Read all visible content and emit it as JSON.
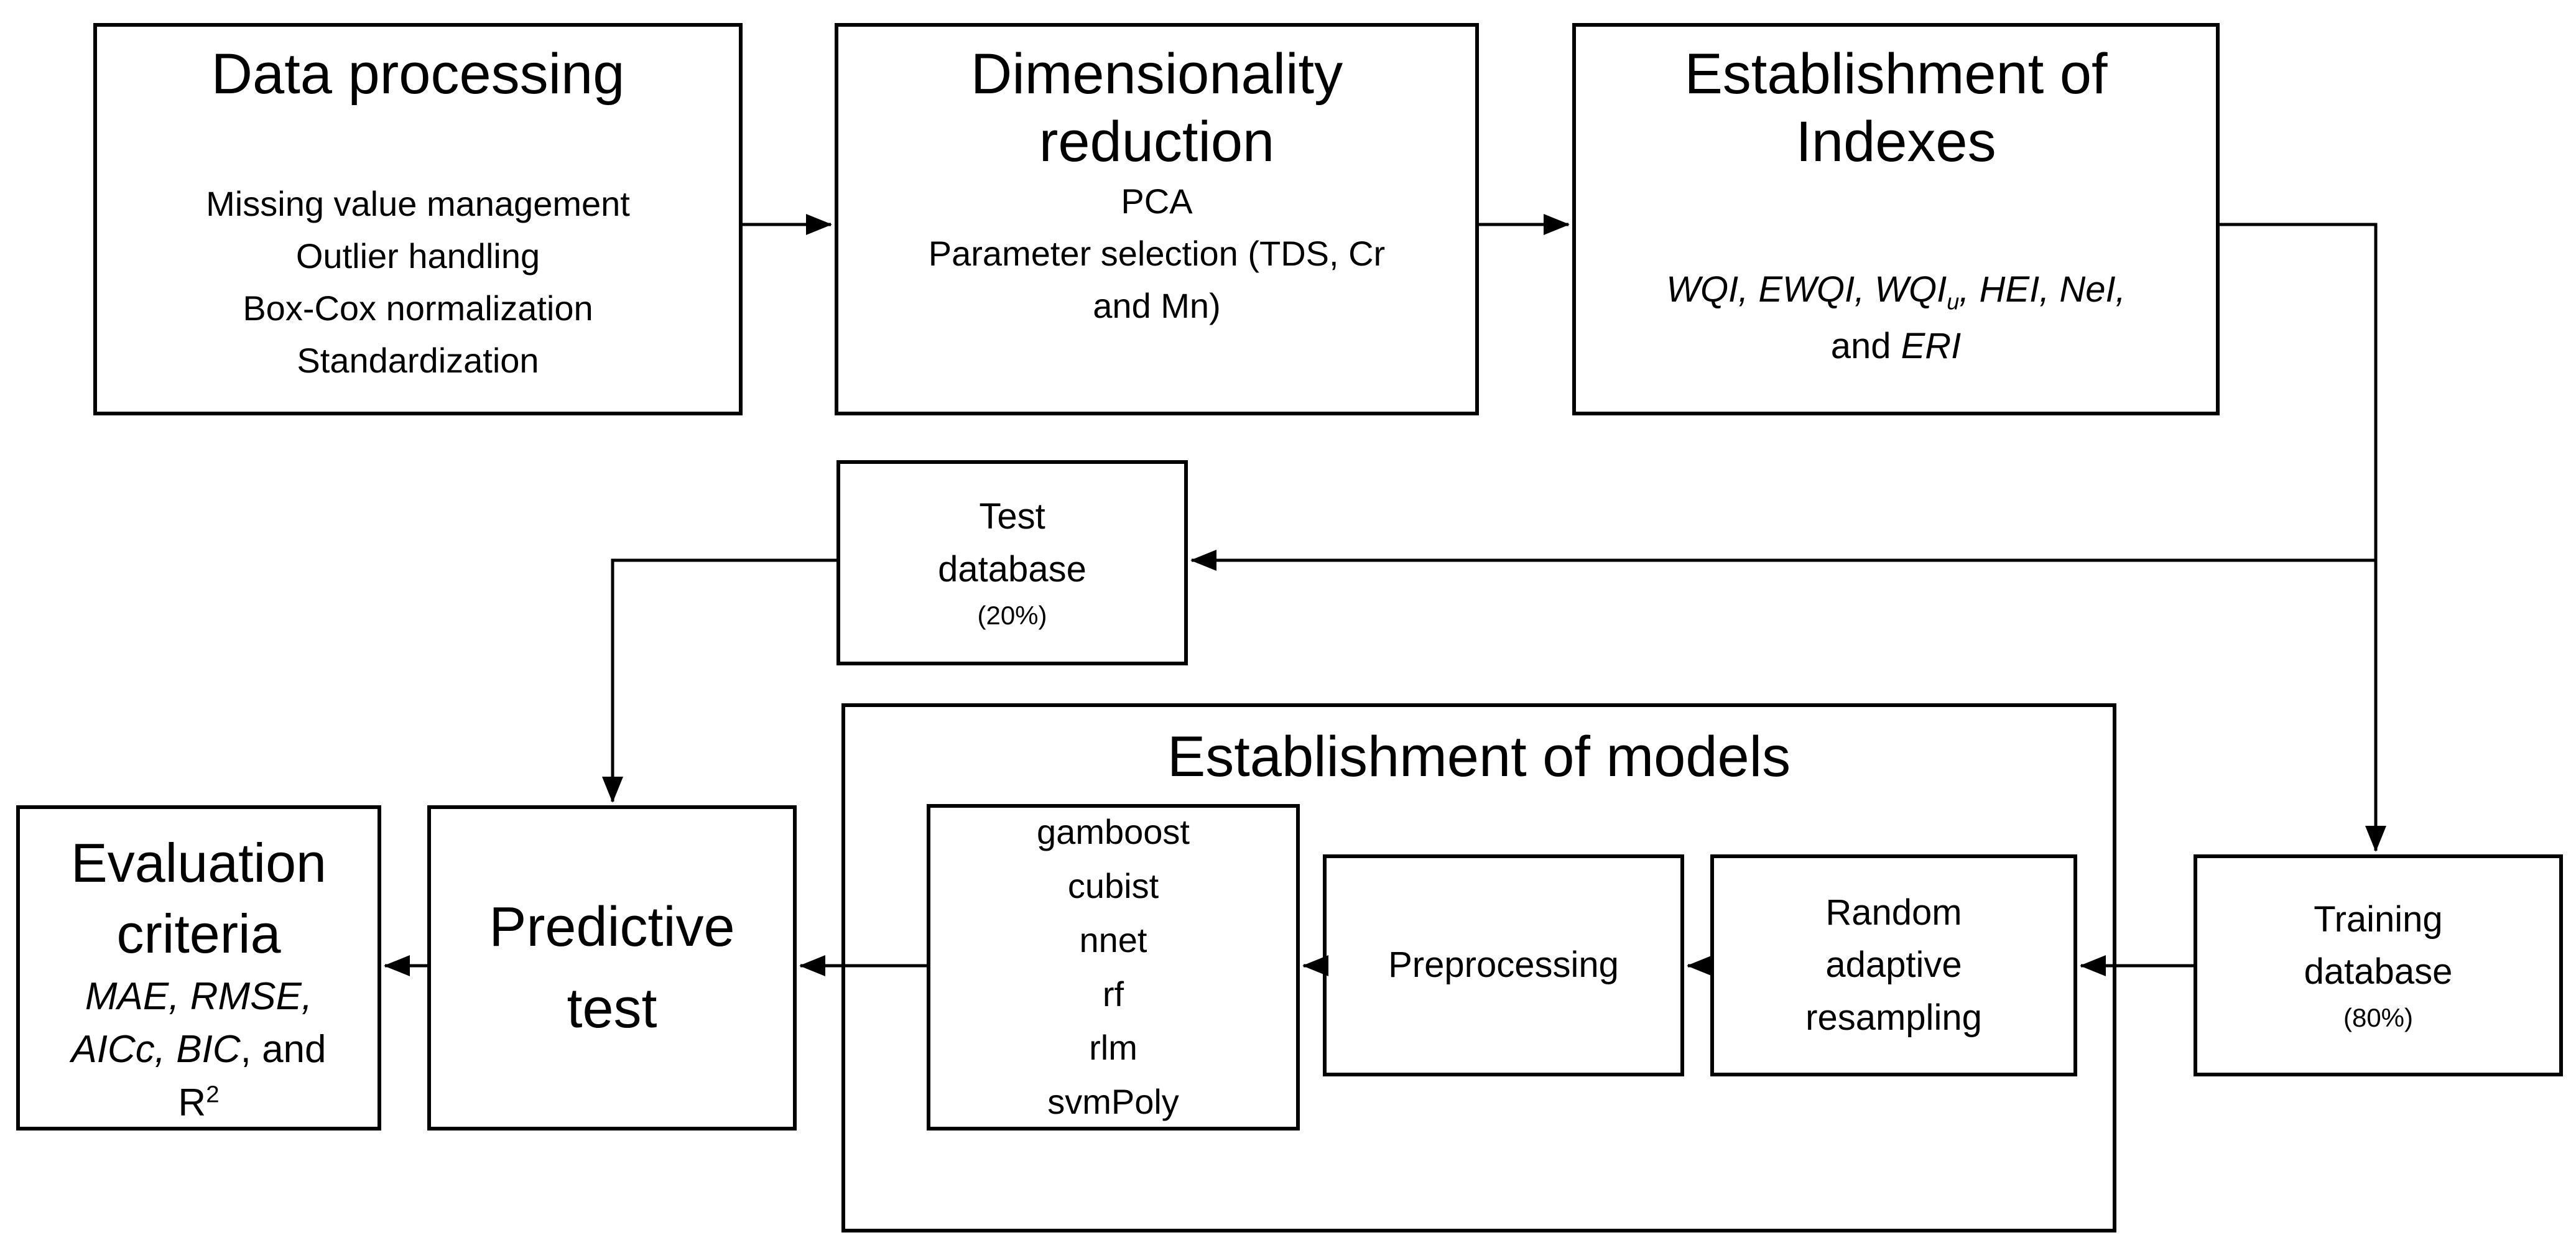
{
  "canvas": {
    "background": "#ffffff",
    "line_color": "#000000"
  },
  "boxes": {
    "data_processing": {
      "title": "Data processing",
      "items": [
        "Missing value management",
        "Outlier handling",
        "Box-Cox normalization",
        "Standardization"
      ]
    },
    "dimensionality_reduction": {
      "title_line1": "Dimensionality",
      "title_line2": "reduction",
      "items": [
        "PCA",
        "Parameter selection (TDS, Cr and Mn)"
      ]
    },
    "establishment_of_indexes": {
      "title_line1": "Establishment of",
      "title_line2": "Indexes",
      "indexes": {
        "part1": "WQI, EWQI, WQI",
        "subscript": "u",
        "part2": ", HEI, NeI,",
        "and_word": "and ",
        "last_index": "ERI"
      }
    },
    "test_database": {
      "line1": "Test",
      "line2": "database",
      "percent": "(20%)"
    },
    "establishment_of_models": {
      "title": "Establishment of models"
    },
    "model_list": {
      "items": [
        "gamboost",
        "cubist",
        "nnet",
        "rf",
        "rlm",
        "svmPoly"
      ]
    },
    "preprocessing": {
      "label": "Preprocessing"
    },
    "random_adaptive_resampling": {
      "line1": "Random",
      "line2": "adaptive",
      "line3": "resampling"
    },
    "training_database": {
      "line1": "Training",
      "line2": "database",
      "percent": "(80%)"
    },
    "predictive_test": {
      "line1": "Predictive",
      "line2": "test"
    },
    "evaluation_criteria": {
      "title_line1": "Evaluation",
      "title_line2": "criteria",
      "metrics_line1": "MAE, RMSE,",
      "metrics_line2_italic": "AICc, BIC",
      "metrics_line2_rest": ", and",
      "metrics_line3_base": "R",
      "metrics_line3_sup": "2"
    }
  }
}
